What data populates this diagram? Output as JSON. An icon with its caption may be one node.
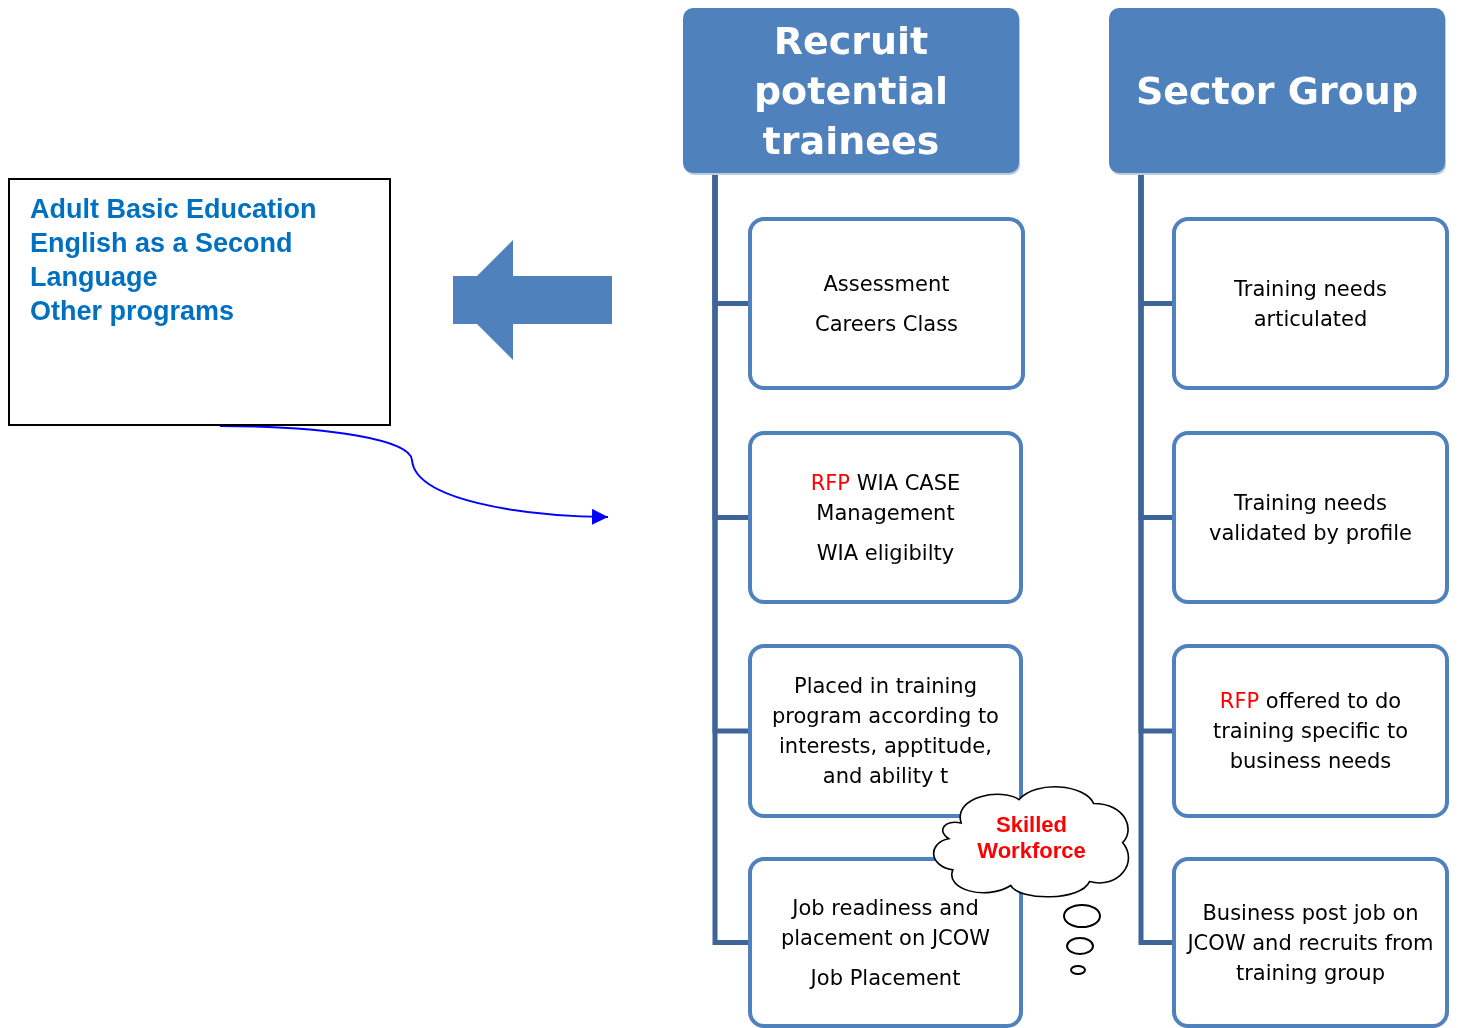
{
  "diagram": {
    "nodes": [
      {
        "text": [
          "Adult Basic Education",
          "English as a Second Language",
          "Other programs"
        ]
      },
      {
        "text": [
          "Recruit potential trainees"
        ]
      },
      {
        "text": [
          "Assessment",
          "Careers Class"
        ]
      },
      {
        "text": [
          "RFP WIA CASE Management",
          "WIA eligibilty"
        ]
      },
      {
        "text": [
          "Placed in training program according to interests, apptitude, and ability t"
        ]
      },
      {
        "text": [
          "Job readiness and placement on JCOW",
          "Job Placement"
        ]
      },
      {
        "text": [
          "Sector Group"
        ]
      },
      {
        "text": [
          "Training needs articulated"
        ]
      },
      {
        "text": [
          "Training needs validated by profile"
        ]
      },
      {
        "text": [
          "RFP offered to do training specific to business needs"
        ]
      },
      {
        "text": [
          "Business post job on JCOW and recruits from training group"
        ]
      },
      {
        "text": [
          "Skilled Workforce"
        ]
      }
    ],
    "edges": [
      {
        "from": 1,
        "to": 2,
        "arrow": "none"
      },
      {
        "from": 1,
        "to": 3,
        "arrow": "none"
      },
      {
        "from": 1,
        "to": 4,
        "arrow": "none"
      },
      {
        "from": 1,
        "to": 5,
        "arrow": "none"
      },
      {
        "from": 6,
        "to": 7,
        "arrow": "none"
      },
      {
        "from": 6,
        "to": 8,
        "arrow": "none"
      },
      {
        "from": 6,
        "to": 9,
        "arrow": "none"
      },
      {
        "from": 6,
        "to": 10,
        "arrow": "none"
      },
      {
        "from": null,
        "to": 0,
        "arrow": "to",
        "style": "thick",
        "color": "#4f81bd"
      },
      {
        "from": 0,
        "to": null,
        "arrow": "to",
        "color": "#0000ff"
      }
    ]
  }
}
